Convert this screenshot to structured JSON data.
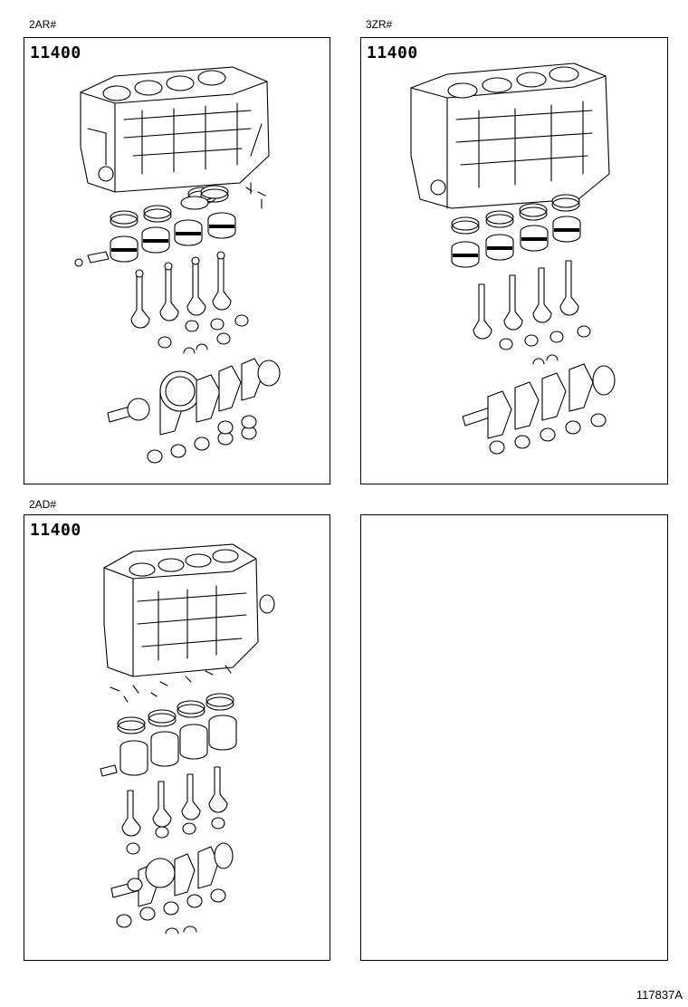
{
  "panels": [
    {
      "engine_label": "2AR#",
      "part_number": "11400"
    },
    {
      "engine_label": "3ZR#",
      "part_number": "11400"
    },
    {
      "engine_label": "2AD#",
      "part_number": "11400"
    },
    {
      "engine_label": "",
      "part_number": ""
    }
  ],
  "illustration_code": "117837A",
  "components": [
    "cylinder-block",
    "piston-rings",
    "pistons",
    "piston-pins",
    "connecting-rods",
    "rod-bearings",
    "thrust-washers",
    "crankshaft",
    "main-bearings"
  ]
}
